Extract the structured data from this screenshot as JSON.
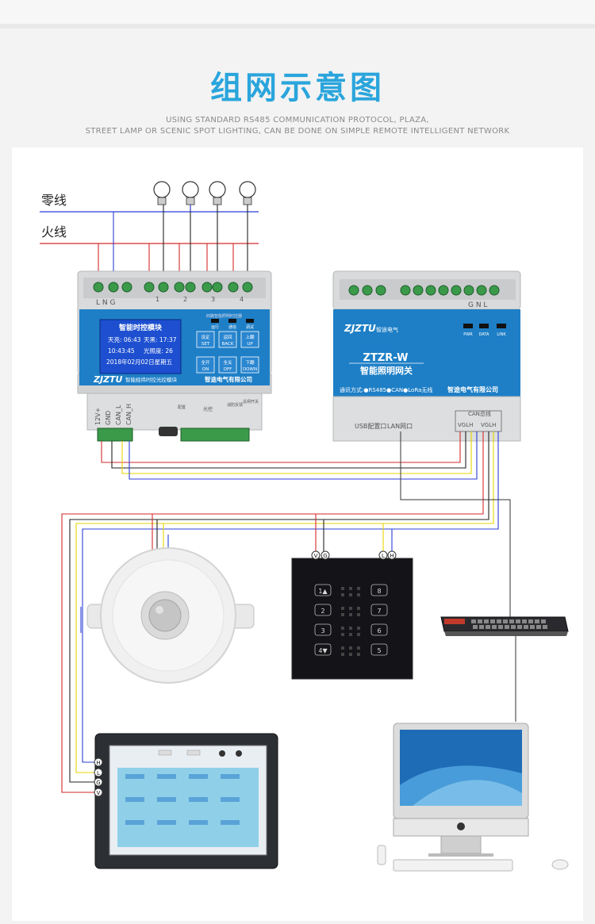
{
  "header": {
    "title": "组网示意图",
    "subtitle_line1": "USING STANDARD RS485 COMMUNICATION PROTOCOL, PLAZA,",
    "subtitle_line2": "STREET LAMP OR SCENIC SPOT LIGHTING, CAN BE DONE ON SIMPLE REMOTE INTELLIGENT NETWORK"
  },
  "wires": {
    "neutral_label": "零线",
    "live_label": "火线"
  },
  "controller": {
    "terminal_labels": "L  N  G",
    "channel_labels": [
      "1",
      "2",
      "3",
      "4"
    ],
    "panel_top_text": "四路智能照明时控器",
    "screen_title": "智能时控模块",
    "screen_row1_a": "天亮: 06:43",
    "screen_row1_b": "天黑: 17:37",
    "screen_row2_a": "10:43:45",
    "screen_row2_b": "光照度: 26",
    "screen_row3": "2018年02月02日星期五",
    "indicators": [
      "运行",
      "通信",
      "调试"
    ],
    "buttons": [
      {
        "top": "设定",
        "bottom": "SET"
      },
      {
        "top": "返回",
        "bottom": "BACK"
      },
      {
        "top": "上翻",
        "bottom": "UP"
      },
      {
        "top": "全开",
        "bottom": "ON"
      },
      {
        "top": "全关",
        "bottom": "OFF"
      },
      {
        "top": "下翻",
        "bottom": "DOWN"
      }
    ],
    "brand": "ZJZTU",
    "model_desc": "智能经纬时控光控模块",
    "company": "智途电气有限公司",
    "bottom_labels": [
      "12V+",
      "GND",
      "CAN_L",
      "CAN_H"
    ],
    "bottom_right_labels": [
      "配置",
      "光控",
      "消防反馈",
      "总闸开关"
    ]
  },
  "gateway": {
    "terminal_labels": "G  N  L",
    "brand": "ZJZTU",
    "brand_cn": "智途电气",
    "indicators": [
      "PWR",
      "DATA",
      "LINK"
    ],
    "model": "ZTZR-W",
    "name": "智能照明网关",
    "comm": "通讯方式:●RS485●CAN●LoRa无线",
    "company": "智途电气有限公司",
    "usb_label": "USB配置口",
    "lan_label": "LAN网口",
    "can_bus_label": "CAN总线",
    "can_pins_1": "VGLH",
    "can_pins_2": "VGLH"
  },
  "keypad": {
    "term_v": "V",
    "term_g": "G",
    "term_l": "L",
    "term_h": "H",
    "left_keys": [
      "1▲",
      "2",
      "3",
      "4▼"
    ],
    "right_keys": [
      "8",
      "7",
      "6",
      "5"
    ]
  },
  "touchscreen": {
    "terminals": [
      "H",
      "L",
      "G",
      "V"
    ]
  },
  "colors": {
    "accent": "#2aa5dc",
    "red": "#d62a2a",
    "blue": "#2b3fd6",
    "yellow": "#e8d400",
    "black": "#222222",
    "module_blue": "#1e7fc6"
  }
}
